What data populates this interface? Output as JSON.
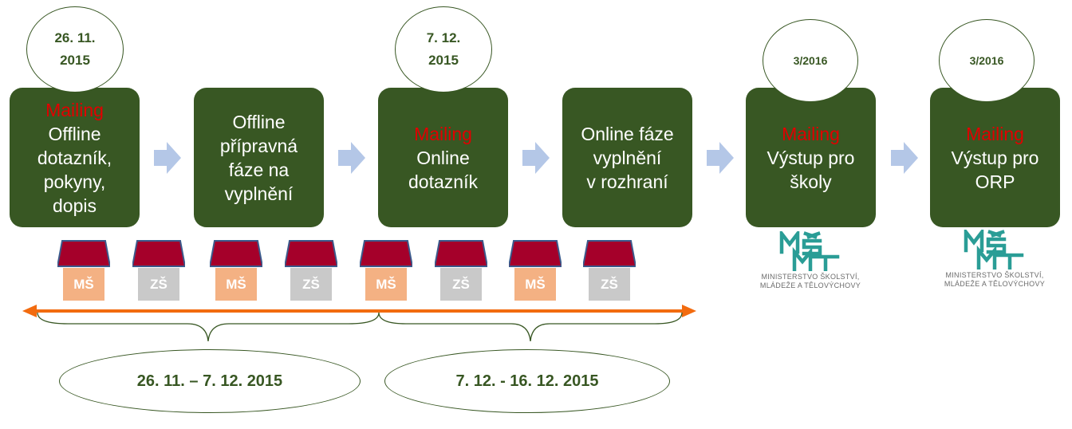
{
  "steps": [
    {
      "mailing": "Mailing",
      "text": "Offline\ndotazník,\npokyny,\ndopis"
    },
    {
      "mailing": "",
      "text": "Offline\npřípravná\nfáze na\nvyplnění"
    },
    {
      "mailing": "Mailing",
      "text": "Online\ndotazník"
    },
    {
      "mailing": "",
      "text": "Online fáze\nvyplnění\nv rozhraní"
    },
    {
      "mailing": "Mailing",
      "text": "Výstup pro\nškoly"
    },
    {
      "mailing": "Mailing",
      "text": "Výstup pro\nORP"
    }
  ],
  "dates": [
    "26. 11.\n2015",
    "7. 12.\n2015",
    "3/2016",
    "3/2016"
  ],
  "houses": [
    "MŠ",
    "ZŠ",
    "MŠ",
    "ZŠ",
    "MŠ",
    "ZŠ",
    "MŠ",
    "ZŠ"
  ],
  "periods": [
    "26. 11. – 7. 12. 2015",
    "7. 12. - 16. 12. 2015"
  ],
  "logo": {
    "mark": "MŠMT",
    "line1": "MINISTERSTVO ŠKOLSTVÍ,",
    "line2": "MLÁDEŽE A TĚLOVÝCHOVY"
  },
  "colors": {
    "step_bg": "#385723",
    "mailing": "#e00000",
    "arrow": "#b4c7e7",
    "roof": "#a5002a",
    "ms_wall": "#f4b183",
    "zs_wall": "#c9c9c9",
    "timeline": "#f26b0f"
  }
}
